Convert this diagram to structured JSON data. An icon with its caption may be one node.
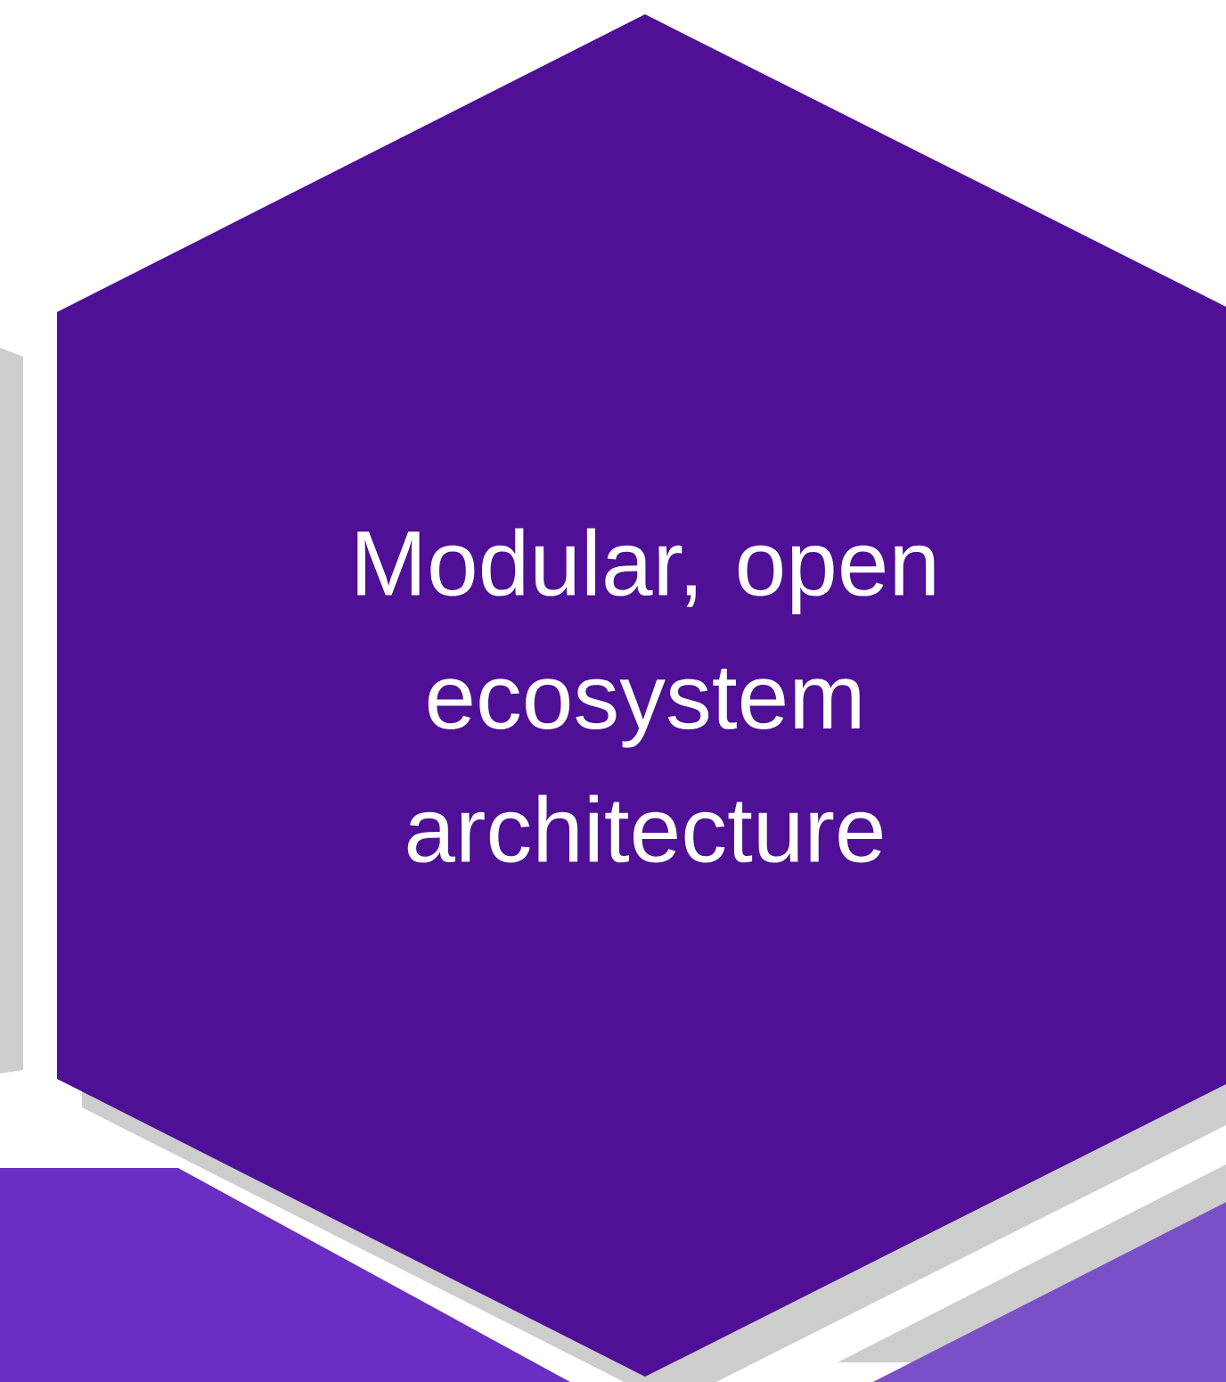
{
  "diagram": {
    "nodes": [
      {
        "text": [
          "Modular, open ecosystem architecture"
        ]
      },
      {
        "text": [],
        "shape": "hexagon"
      },
      {
        "text": [],
        "shape": "hexagon"
      }
    ]
  }
}
